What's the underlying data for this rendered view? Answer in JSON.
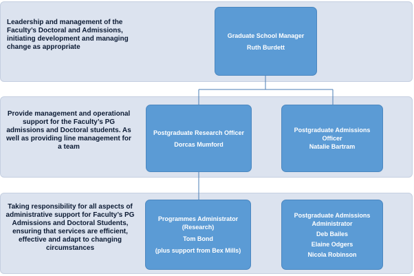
{
  "bands": [
    {
      "description": "Leadership and management of the Faculty’s Doctoral and Admissions, initiating development and managing change as appropriate"
    },
    {
      "description": "Provide management and operational  support for the Faculty’s PG admissions and Doctoral students.  As well as providing line management for a team"
    },
    {
      "description": "Taking responsibility for all aspects of administrative support for Faculty’s PG Admissions and Doctoral Students, ensuring that services are efficient, effective and adapt to changing circumstances"
    }
  ],
  "boxes": {
    "manager": {
      "title": "Graduate  School Manager",
      "name": "Ruth Burdett"
    },
    "research_officer": {
      "title": "Postgraduate Research Officer",
      "name": "Dorcas Mumford"
    },
    "admissions_officer": {
      "title_line1": "Postgraduate Admissions",
      "title_line2": "Officer",
      "name": "Natalie Bartram"
    },
    "programmes_admin": {
      "title_line1": "Programmes Administrator",
      "title_line2": "(Research)",
      "name": "Tom Bond",
      "note": "(plus support from Bex Mills)"
    },
    "admissions_admin": {
      "title_line1": "Postgraduate Admissions",
      "title_line2": "Administrator",
      "names": [
        "Deb Bailes",
        "Elaine Odgers",
        "Nicola Robinson"
      ]
    }
  }
}
